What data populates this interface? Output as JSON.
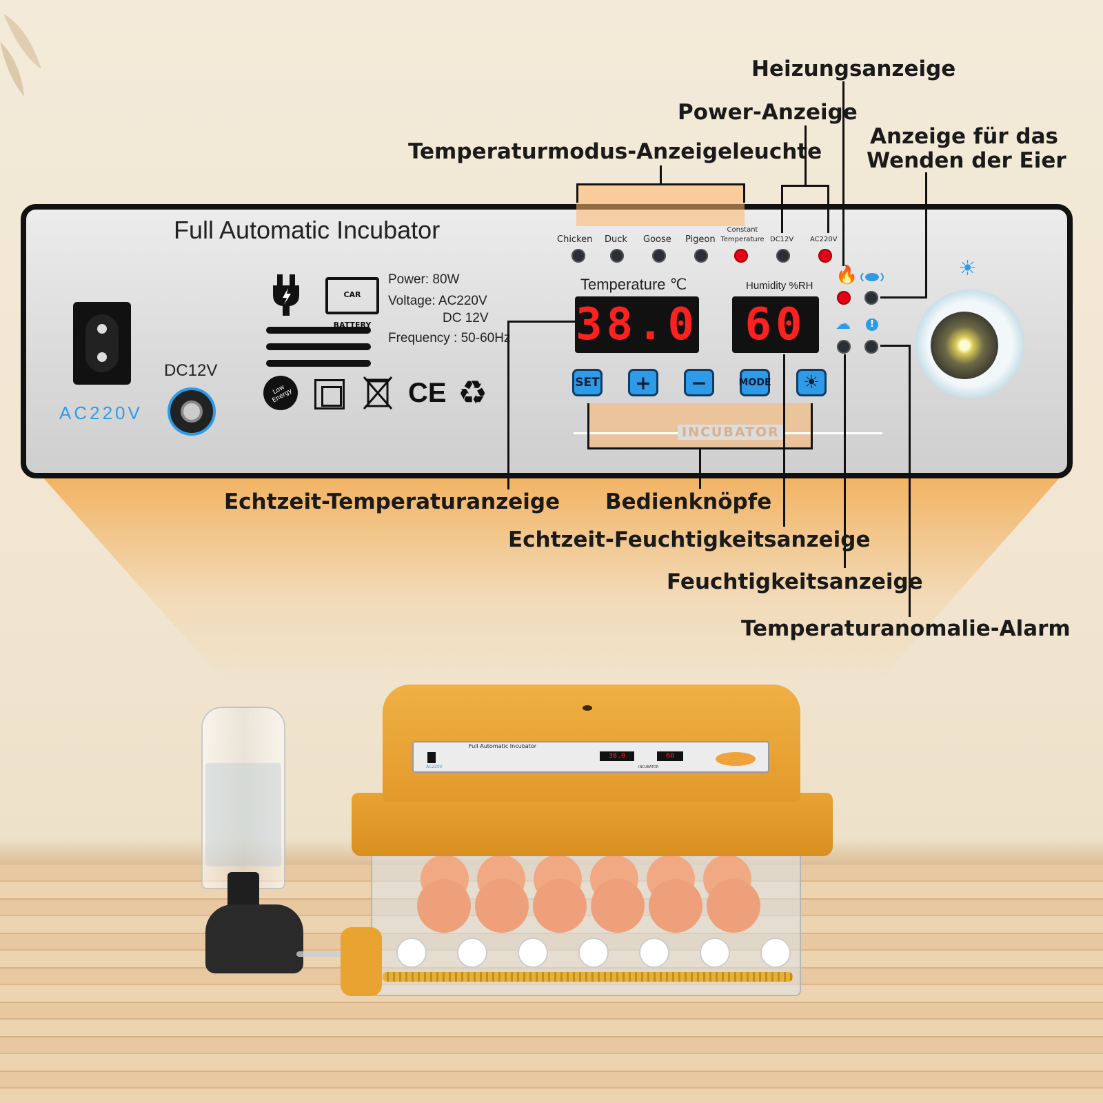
{
  "panel": {
    "title": "Full Automatic Incubator",
    "ac_label": "AC220V",
    "dc_label": "DC12V",
    "specs": {
      "power": "Power: 80W",
      "voltage": "Voltage: AC220V",
      "dc": "DC 12V",
      "frequency": "Frequency : 50-60Hz"
    },
    "battery_text": "CAR BATTERY",
    "low_energy_text": "Low Energy",
    "ce_text": "CE",
    "mode_labels": [
      "Chicken",
      "Duck",
      "Goose",
      "Pigeon",
      "Constant Temperature",
      "DC12V",
      "AC220V"
    ],
    "temperature_label": "Temperature ℃",
    "humidity_label": "Humidity %RH",
    "temperature_value": "38.0",
    "humidity_value": "60",
    "buttons": [
      "SET",
      "+",
      "−",
      "MODE",
      "☀"
    ],
    "brand": "INCUBATOR"
  },
  "callouts": {
    "heizungsanzeige": "Heizungsanzeige",
    "power_anzeige": "Power-Anzeige",
    "temperaturmodus": "Temperaturmodus-Anzeigeleuchte",
    "wenden_1": "Anzeige für das",
    "wenden_2": "Wenden der Eier",
    "echtzeit_temp": "Echtzeit-Temperaturanzeige",
    "bedienknoepfe": "Bedienknöpfe",
    "echtzeit_feucht": "Echtzeit-Feuchtigkeitsanzeige",
    "feuchtigkeitsanzeige": "Feuchtigkeitsanzeige",
    "alarm": "Temperaturanomalie-Alarm"
  },
  "device": {
    "mini_title": "Full Automatic Incubator",
    "mini_temp": "38.0",
    "mini_hum": "60",
    "mini_brand": "INCUBATOR",
    "mini_ac": "AC220V"
  },
  "colors": {
    "accent_blue": "#2d9be8",
    "led_red": "#e3001b",
    "lid_orange": "#e8a331"
  }
}
